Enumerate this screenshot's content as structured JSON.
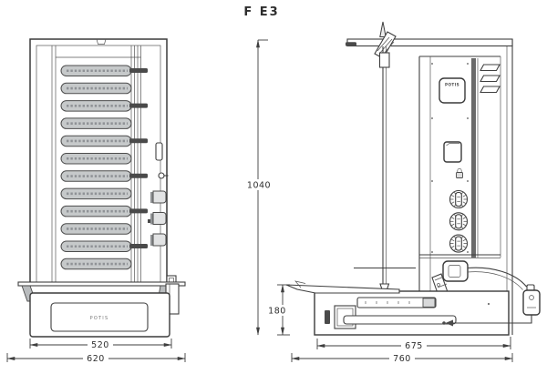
{
  "title": "F E3",
  "style": {
    "line_color": "#3f3f3f",
    "element_fill": "#c6c9ca",
    "background": "#ffffff"
  },
  "front_view": {
    "name": "front view",
    "drawer_label": "POTIS",
    "heating_elements": {
      "count": 12,
      "terminal_rod_count": 6
    },
    "side_switch_tab_count": 3,
    "dimensions": {
      "inner_width": "520",
      "outer_width": "620"
    }
  },
  "side_view": {
    "name": "side view",
    "panel_badge": "POTIS",
    "knob_count": 3,
    "vent_count": 3,
    "dimensions": {
      "total_height": "1040",
      "base_height": "180",
      "inner_depth": "675",
      "outer_depth": "760"
    }
  }
}
